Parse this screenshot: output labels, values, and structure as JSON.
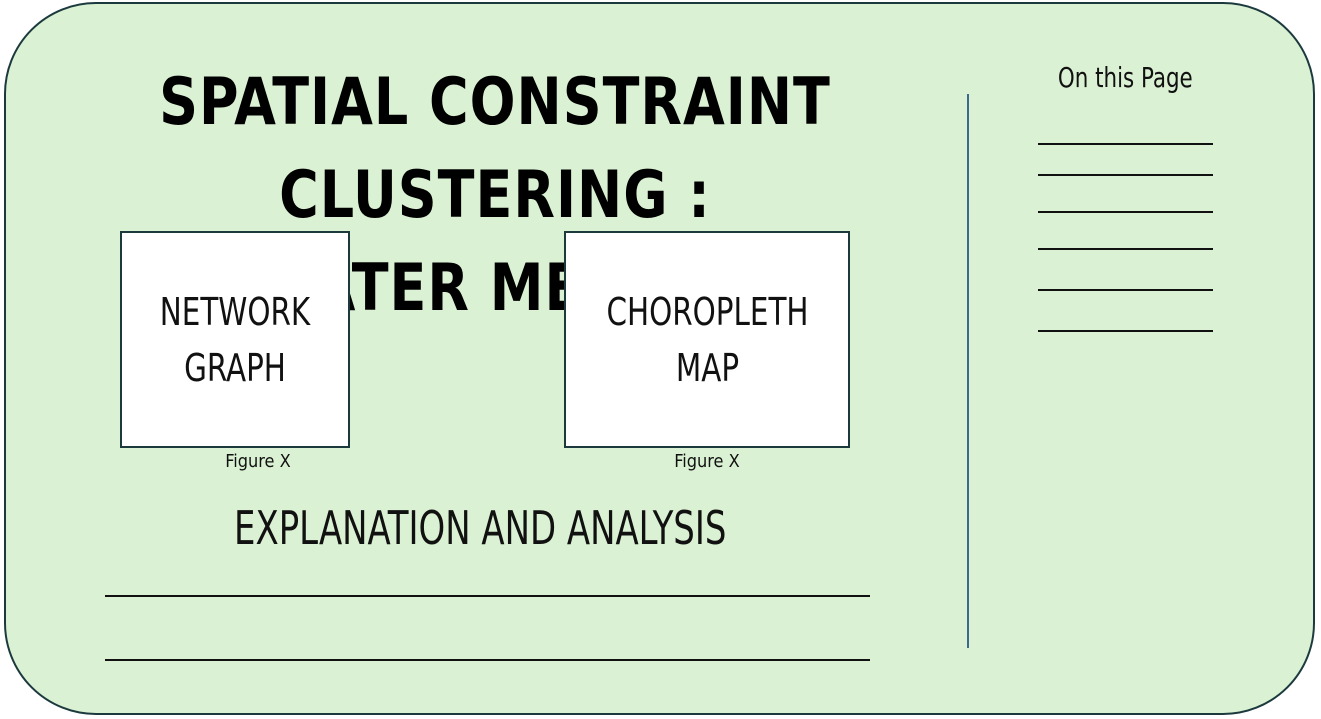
{
  "title": {
    "line1": "SPATIAL CONSTRAINT CLUSTERING :",
    "line2": "SKATER METHOD"
  },
  "figures": [
    {
      "label": "NETWORK GRAPH",
      "caption": "Figure X"
    },
    {
      "label_line1": "CHOROPLETH",
      "label_line2": "MAP",
      "caption": "Figure X"
    }
  ],
  "explanation": {
    "heading": "EXPLANATION AND ANALYSIS"
  },
  "sidebar": {
    "title": "On this Page"
  },
  "colors": {
    "background": "#daf2d3",
    "border": "#1c3a3e",
    "divider": "#3b6b8c"
  }
}
